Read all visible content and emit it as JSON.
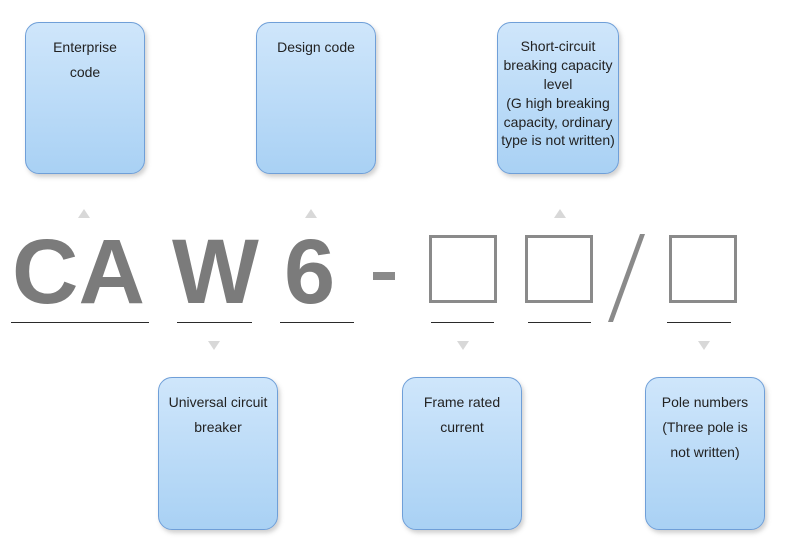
{
  "code": {
    "letters_ca": "CA",
    "letter_w": "W",
    "digit_6": "6"
  },
  "boxes_top": {
    "enterprise": "Enterprise\ncode",
    "design": "Design code",
    "breaking": "Short-circuit\nbreaking capacity\nlevel\n(G high breaking\ncapacity, ordinary\ntype is not written)"
  },
  "boxes_bottom": {
    "universal": "Universal circuit\nbreaker",
    "frame": "Frame rated\ncurrent",
    "pole": "Pole numbers\n(Three pole is\nnot written)"
  },
  "colors": {
    "box_fill": "#bfdff8",
    "box_border": "#6f9fd8",
    "code_gray": "#7b7b7b"
  }
}
